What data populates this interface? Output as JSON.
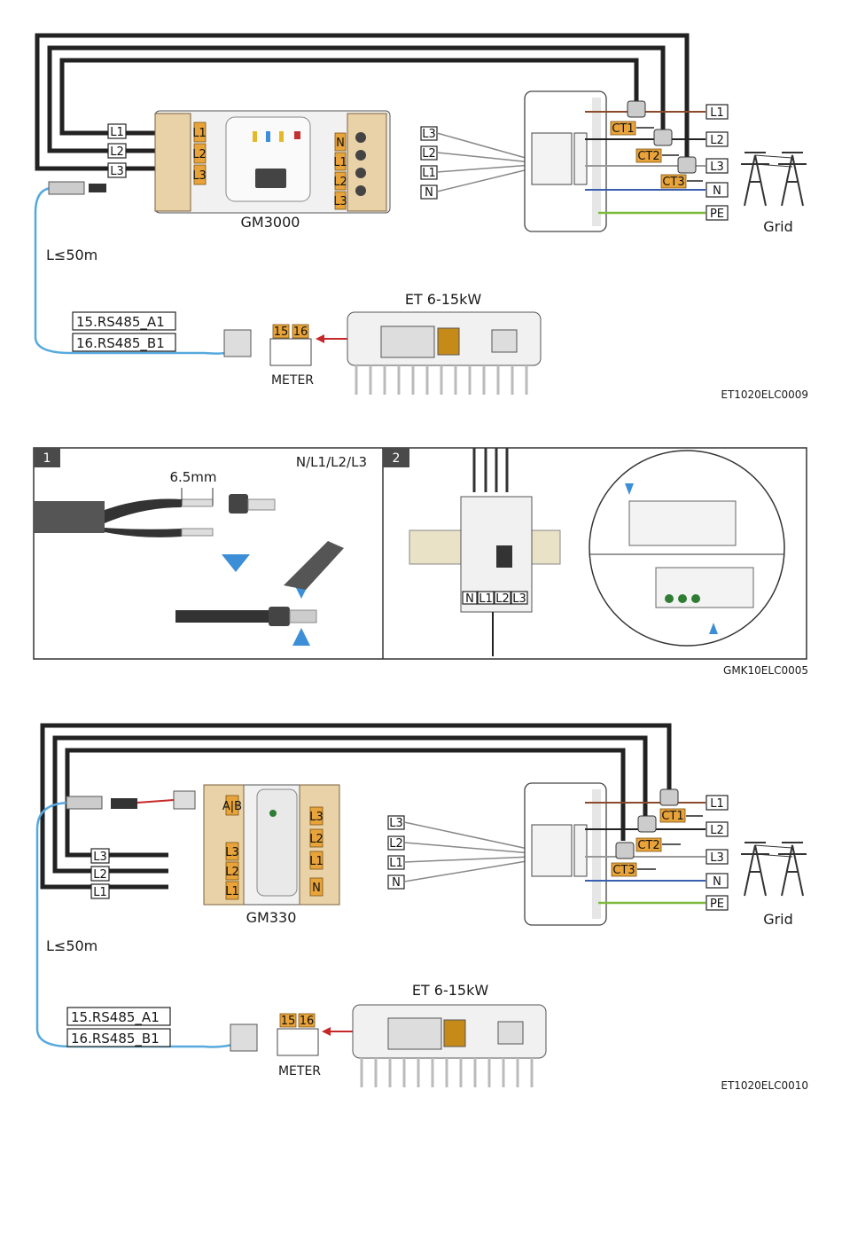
{
  "diagram1": {
    "meter_name": "GM3000",
    "inverter_name": "ET 6-15kW",
    "length_note": "L≤50m",
    "rs485_a": "15.RS485_A1",
    "rs485_b": "16.RS485_B1",
    "meter_port_pins": [
      "15",
      "16"
    ],
    "meter_port_label": "METER",
    "grid_label": "Grid",
    "lines": [
      "L1",
      "L2",
      "L3",
      "N",
      "PE"
    ],
    "cts": [
      "CT1",
      "CT2",
      "CT3"
    ],
    "left_wire_labels": [
      "L1",
      "L2",
      "L3"
    ],
    "right_plug_labels": [
      "L3",
      "L2",
      "L1",
      "N"
    ],
    "device_term_left": [
      "L1",
      "L2",
      "L3"
    ],
    "device_term_right": [
      "N",
      "L1",
      "L2",
      "L3"
    ],
    "code": "ET1020ELC0009"
  },
  "diagram2": {
    "step1": "1",
    "step2": "2",
    "strip_length": "6.5mm",
    "conductors": "N/L1/L2/L3",
    "terminal_labels": [
      "N",
      "L1",
      "L2",
      "L3"
    ],
    "code": "GMK10ELC0005"
  },
  "diagram3": {
    "meter_name": "GM330",
    "inverter_name": "ET 6-15kW",
    "length_note": "L≤50m",
    "rs485_a": "15.RS485_A1",
    "rs485_b": "16.RS485_B1",
    "meter_port_pins": [
      "15",
      "16"
    ],
    "meter_port_label": "METER",
    "grid_label": "Grid",
    "lines": [
      "L1",
      "L2",
      "L3",
      "N",
      "PE"
    ],
    "cts": [
      "CT1",
      "CT2",
      "CT3"
    ],
    "left_wire_labels": [
      "L3",
      "L2",
      "L1"
    ],
    "right_plug_labels": [
      "L3",
      "L2",
      "L1",
      "N"
    ],
    "device_term_left": [
      "L1",
      "L2",
      "L3"
    ],
    "device_term_right": [
      "L3",
      "L2",
      "L1",
      "N"
    ],
    "device_top_term": "A|B",
    "code": "ET1020ELC0010"
  }
}
